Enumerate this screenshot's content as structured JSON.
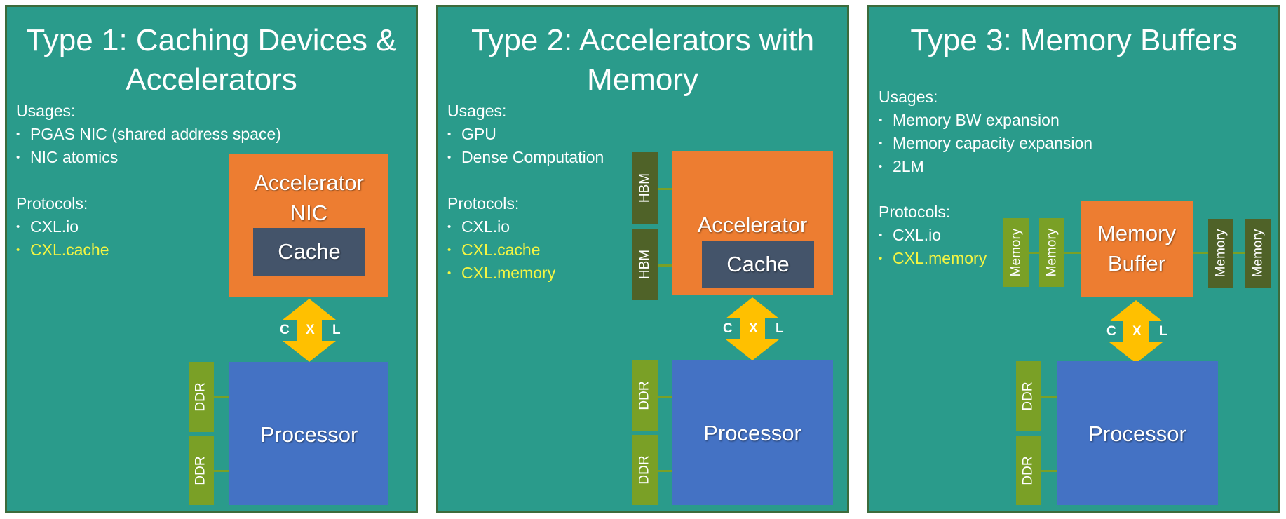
{
  "colors": {
    "panel": "#2a9b8b",
    "panel_border": "#3c6b3c",
    "accelerator": "#ed7d31",
    "processor": "#4472c4",
    "cache": "#44546a",
    "ddr": "#7aa026",
    "hbm": "#4f6228",
    "arrow": "#ffc000",
    "highlight_text": "#f5f542"
  },
  "panels": [
    {
      "title_line1": "Type 1: Caching Devices &",
      "title_line2": "Accelerators",
      "usages_label": "Usages:",
      "usages": [
        "PGAS NIC (shared address space)",
        "NIC atomics"
      ],
      "protocols_label": "Protocols:",
      "protocols": [
        "CXL.io",
        "CXL.cache"
      ],
      "device_line1": "Accelerator",
      "device_line2": "NIC",
      "cache_label": "Cache",
      "processor_label": "Processor",
      "ddr": [
        "DDR",
        "DDR"
      ],
      "link": [
        "C",
        "X",
        "L"
      ]
    },
    {
      "title_line1": "Type 2: Accelerators with",
      "title_line2": "Memory",
      "usages_label": "Usages:",
      "usages": [
        "GPU",
        "Dense Computation"
      ],
      "protocols_label": "Protocols:",
      "protocols": [
        "CXL.io",
        "CXL.cache",
        "CXL.memory"
      ],
      "device_line1": "Accelerator",
      "cache_label": "Cache",
      "hbm": [
        "HBM",
        "HBM"
      ],
      "processor_label": "Processor",
      "ddr": [
        "DDR",
        "DDR"
      ],
      "link": [
        "C",
        "X",
        "L"
      ]
    },
    {
      "title_line1": "Type 3: Memory Buffers",
      "usages_label": "Usages:",
      "usages": [
        "Memory BW expansion",
        "Memory capacity expansion",
        "2LM"
      ],
      "protocols_label": "Protocols:",
      "protocols": [
        "CXL.io",
        "CXL.memory"
      ],
      "device_line1": "Memory",
      "device_line2": "Buffer",
      "memory": [
        "Memory",
        "Memory",
        "Memory",
        "Memory"
      ],
      "processor_label": "Processor",
      "ddr": [
        "DDR",
        "DDR"
      ],
      "link": [
        "C",
        "X",
        "L"
      ]
    }
  ]
}
